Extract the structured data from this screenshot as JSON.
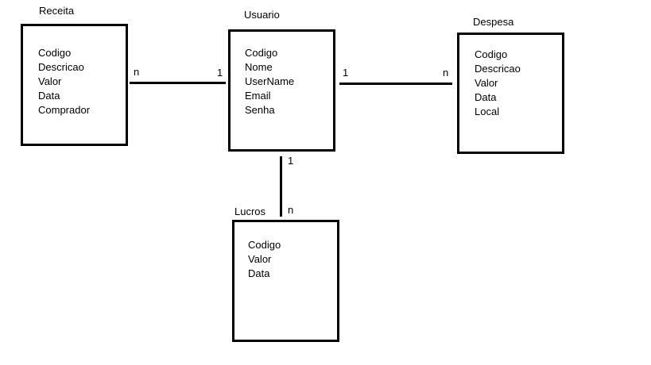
{
  "entities": {
    "receita": {
      "title": "Receita",
      "attributes": [
        "Codigo",
        "Descricao",
        "Valor",
        "Data",
        "Comprador"
      ]
    },
    "usuario": {
      "title": "Usuario",
      "attributes": [
        "Codigo",
        "Nome",
        "UserName",
        "Email",
        "Senha"
      ]
    },
    "despesa": {
      "title": "Despesa",
      "attributes": [
        "Codigo",
        "Descricao",
        "Valor",
        "Data",
        "Local"
      ]
    },
    "lucros": {
      "title": "Lucros",
      "attributes": [
        "Codigo",
        "Valor",
        "Data"
      ]
    }
  },
  "relationships": {
    "receita_usuario": {
      "receita_side": "n",
      "usuario_side": "1"
    },
    "usuario_despesa": {
      "usuario_side": "1",
      "despesa_side": "n"
    },
    "usuario_lucros": {
      "usuario_side": "1",
      "lucros_side": "n"
    }
  },
  "colors": {
    "line": "#000000",
    "background": "#ffffff",
    "text": "#000000"
  }
}
